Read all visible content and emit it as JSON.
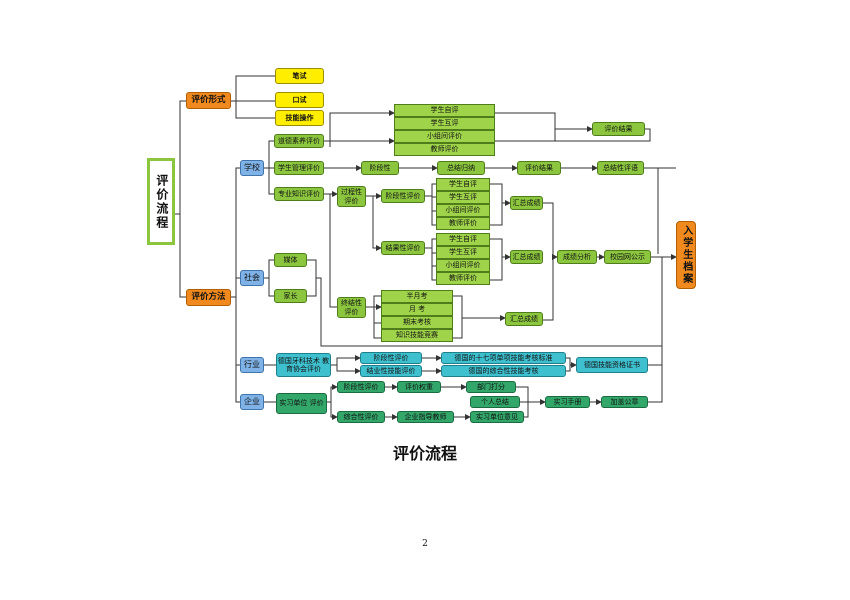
{
  "title": "评价流程",
  "page_number": "2",
  "nodes": {
    "root": "评价流程",
    "eval_form": "评价形式",
    "eval_method": "评价方法",
    "written": "笔试",
    "oral": "口试",
    "skill_op": "技能操作",
    "school": "学校",
    "society": "社会",
    "industry": "行业",
    "enterprise": "企业",
    "moral": "道德素养评价",
    "student_mgmt": "学生管理评价",
    "knowledge": "专业知识评价",
    "self1": "学生自评",
    "peer1": "学生互评",
    "group1": "小组间评价",
    "teacher1": "教师评价",
    "result_top": "评价结果",
    "stage_mid": "阶段性",
    "summary": "总结归纳",
    "result_mid": "评价结果",
    "summative": "总结性评语",
    "process_eval": "过程性评价",
    "stage_eval": "阶段性评价",
    "self2": "学生自评",
    "peer2": "学生互评",
    "group2": "小组间评价",
    "teacher2": "教师评价",
    "collect1": "汇总成绩",
    "final_eval": "结果性评价",
    "self3": "学生自评",
    "peer3": "学生互评",
    "group3": "小组间评价",
    "teacher3": "教师评价",
    "collect2": "汇总成绩",
    "analysis": "成绩分析",
    "publish": "校园网公示",
    "archive": "入学生档案",
    "terminal_eval": "终结性评价",
    "midmonth": "半月考",
    "monthly": "月   考",
    "term_exam": "期末考核",
    "contest": "知识技能竞赛",
    "collect3": "汇总成绩",
    "media": "媒体",
    "parents": "家长",
    "assoc": "德国牙科技术 教育协会评价",
    "stage_ind": "阶段性评价",
    "final_ind": "结业性技能评价",
    "std17": "德国的十七项单项技能考核标准",
    "std_comp": "德国的综合性技能考核",
    "cert": "德国技能资格证书",
    "intern_eval": "实习单位 评价",
    "stage_ent": "阶段性评价",
    "comp_ent": "综合性评价",
    "eval_form2": "评价权重",
    "mentor": "企业指导教师",
    "dept_score": "部门打分",
    "self_sum": "个人总结",
    "intern_op": "实习单位意见",
    "manual": "实习手册",
    "stamp": "加盖公章"
  }
}
